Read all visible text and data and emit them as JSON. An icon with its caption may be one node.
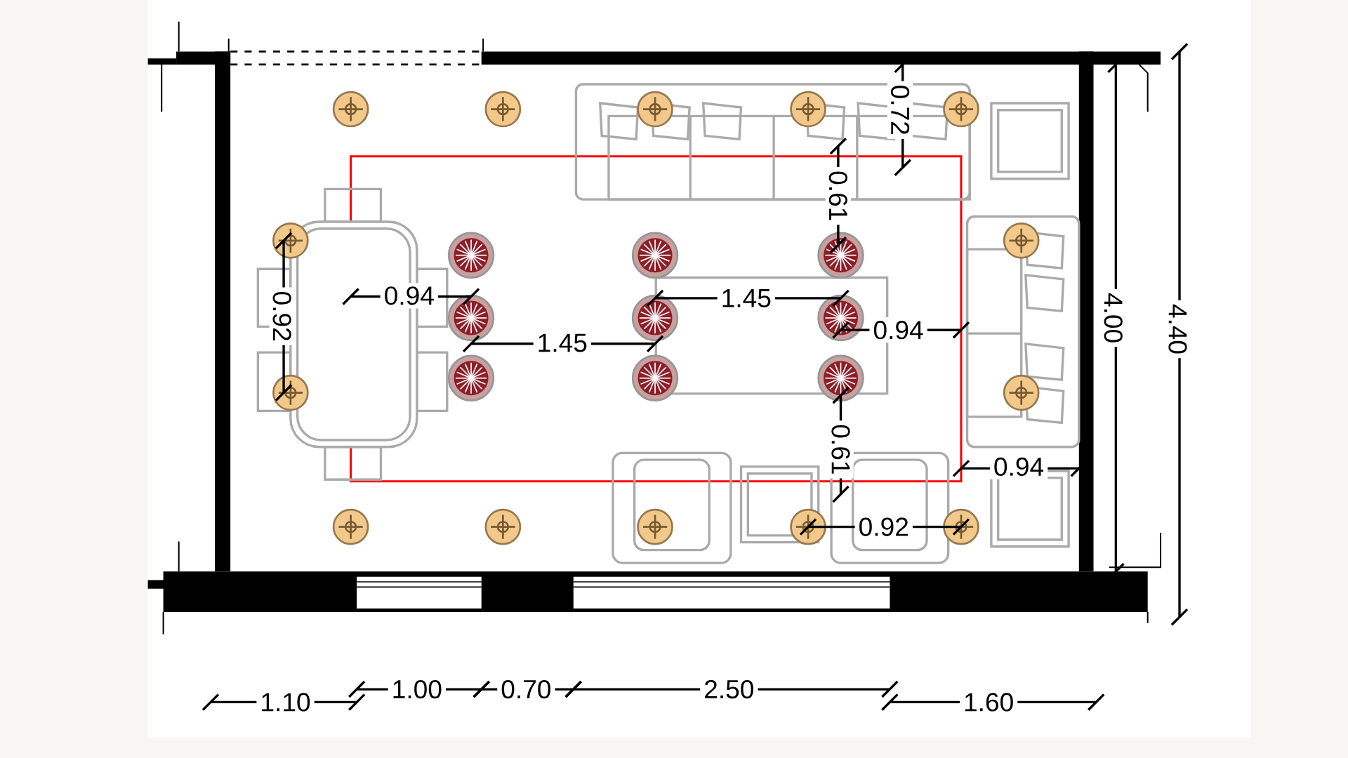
{
  "diagram": {
    "labels": [
      "0.72",
      "0.61",
      "0.94",
      "0.92",
      "1.45",
      "1.45",
      "0.94",
      "4.00",
      "4.40",
      "0.61",
      "0.94",
      "0.92",
      "1.10",
      "1.00",
      "0.70",
      "2.50",
      "1.60"
    ]
  }
}
